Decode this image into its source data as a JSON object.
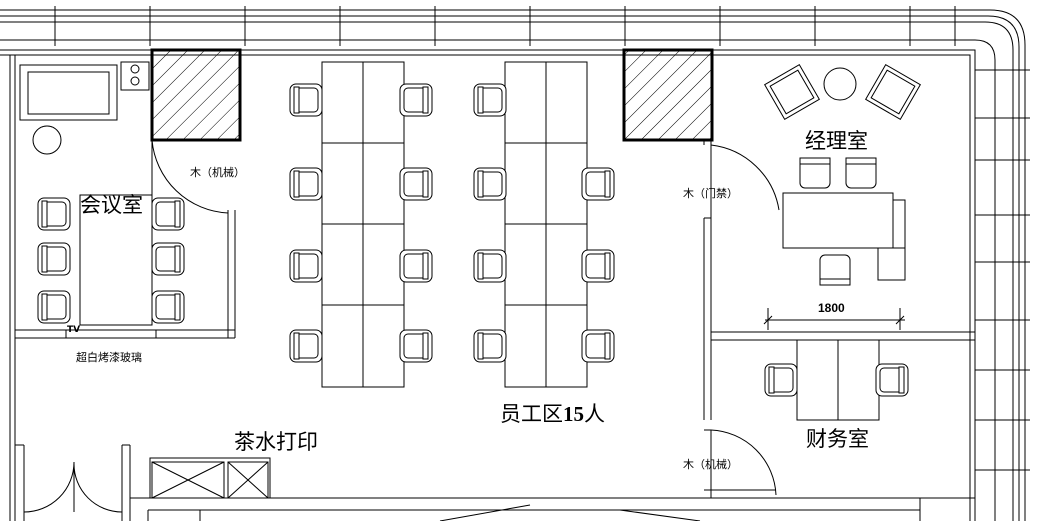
{
  "rooms": {
    "meeting": "会议室",
    "manager": "经理室",
    "finance": "财务室",
    "tea_print": "茶水打印",
    "staff_area": {
      "prefix": "员工区",
      "count": "15",
      "suffix": "人"
    }
  },
  "notes": {
    "door_meeting": "木（机械）",
    "door_access": "木（门禁）",
    "door_finance": "木（机械）",
    "glass_wall": "超白烤漆玻璃",
    "tv": "TV"
  },
  "dimensions": {
    "desk_width": "1800"
  }
}
